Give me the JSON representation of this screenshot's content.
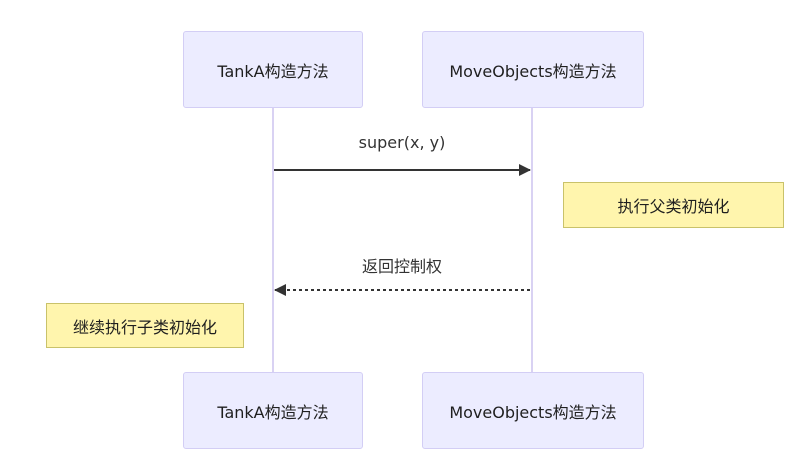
{
  "participants": {
    "a": {
      "label": "TankA构造方法"
    },
    "b": {
      "label": "MoveObjects构造方法"
    }
  },
  "messages": [
    {
      "from": "a",
      "to": "b",
      "label": "super(x, y)",
      "style": "solid"
    },
    {
      "from": "b",
      "to": "a",
      "label": "返回控制权",
      "style": "dashed"
    }
  ],
  "notes": [
    {
      "label": "执行父类初始化",
      "position": "right of b"
    },
    {
      "label": "继续执行子类初始化",
      "position": "left of a"
    }
  ],
  "colors": {
    "actor_fill": "#ececff",
    "actor_border": "#d3cef5",
    "lifeline": "#d9d2f3",
    "note_fill": "#fff5ad",
    "note_border": "#c9c26a",
    "arrow": "#333333"
  }
}
